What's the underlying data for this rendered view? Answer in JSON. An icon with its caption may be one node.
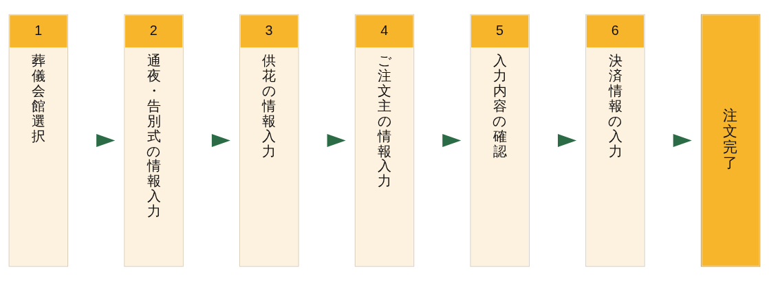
{
  "diagram": {
    "nodes": [
      {
        "text": [
          "1",
          "葬儀会館選択"
        ]
      },
      {
        "text": [
          "2",
          "通夜・告別式の情報入力"
        ]
      },
      {
        "text": [
          "3",
          "供花の情報入力"
        ]
      },
      {
        "text": [
          "4",
          "ご注文主の情報入力"
        ]
      },
      {
        "text": [
          "5",
          "入力内容の確認"
        ]
      },
      {
        "text": [
          "6",
          "決済情報の入力"
        ]
      },
      {
        "text": [
          "注文完了"
        ]
      }
    ],
    "edges": [
      {
        "from": 0,
        "to": 1,
        "arrow": "to"
      },
      {
        "from": 1,
        "to": 2,
        "arrow": "to"
      },
      {
        "from": 2,
        "to": 3,
        "arrow": "to"
      },
      {
        "from": 3,
        "to": 4,
        "arrow": "to"
      },
      {
        "from": 4,
        "to": 5,
        "arrow": "to"
      },
      {
        "from": 5,
        "to": 6,
        "arrow": "to"
      }
    ]
  }
}
